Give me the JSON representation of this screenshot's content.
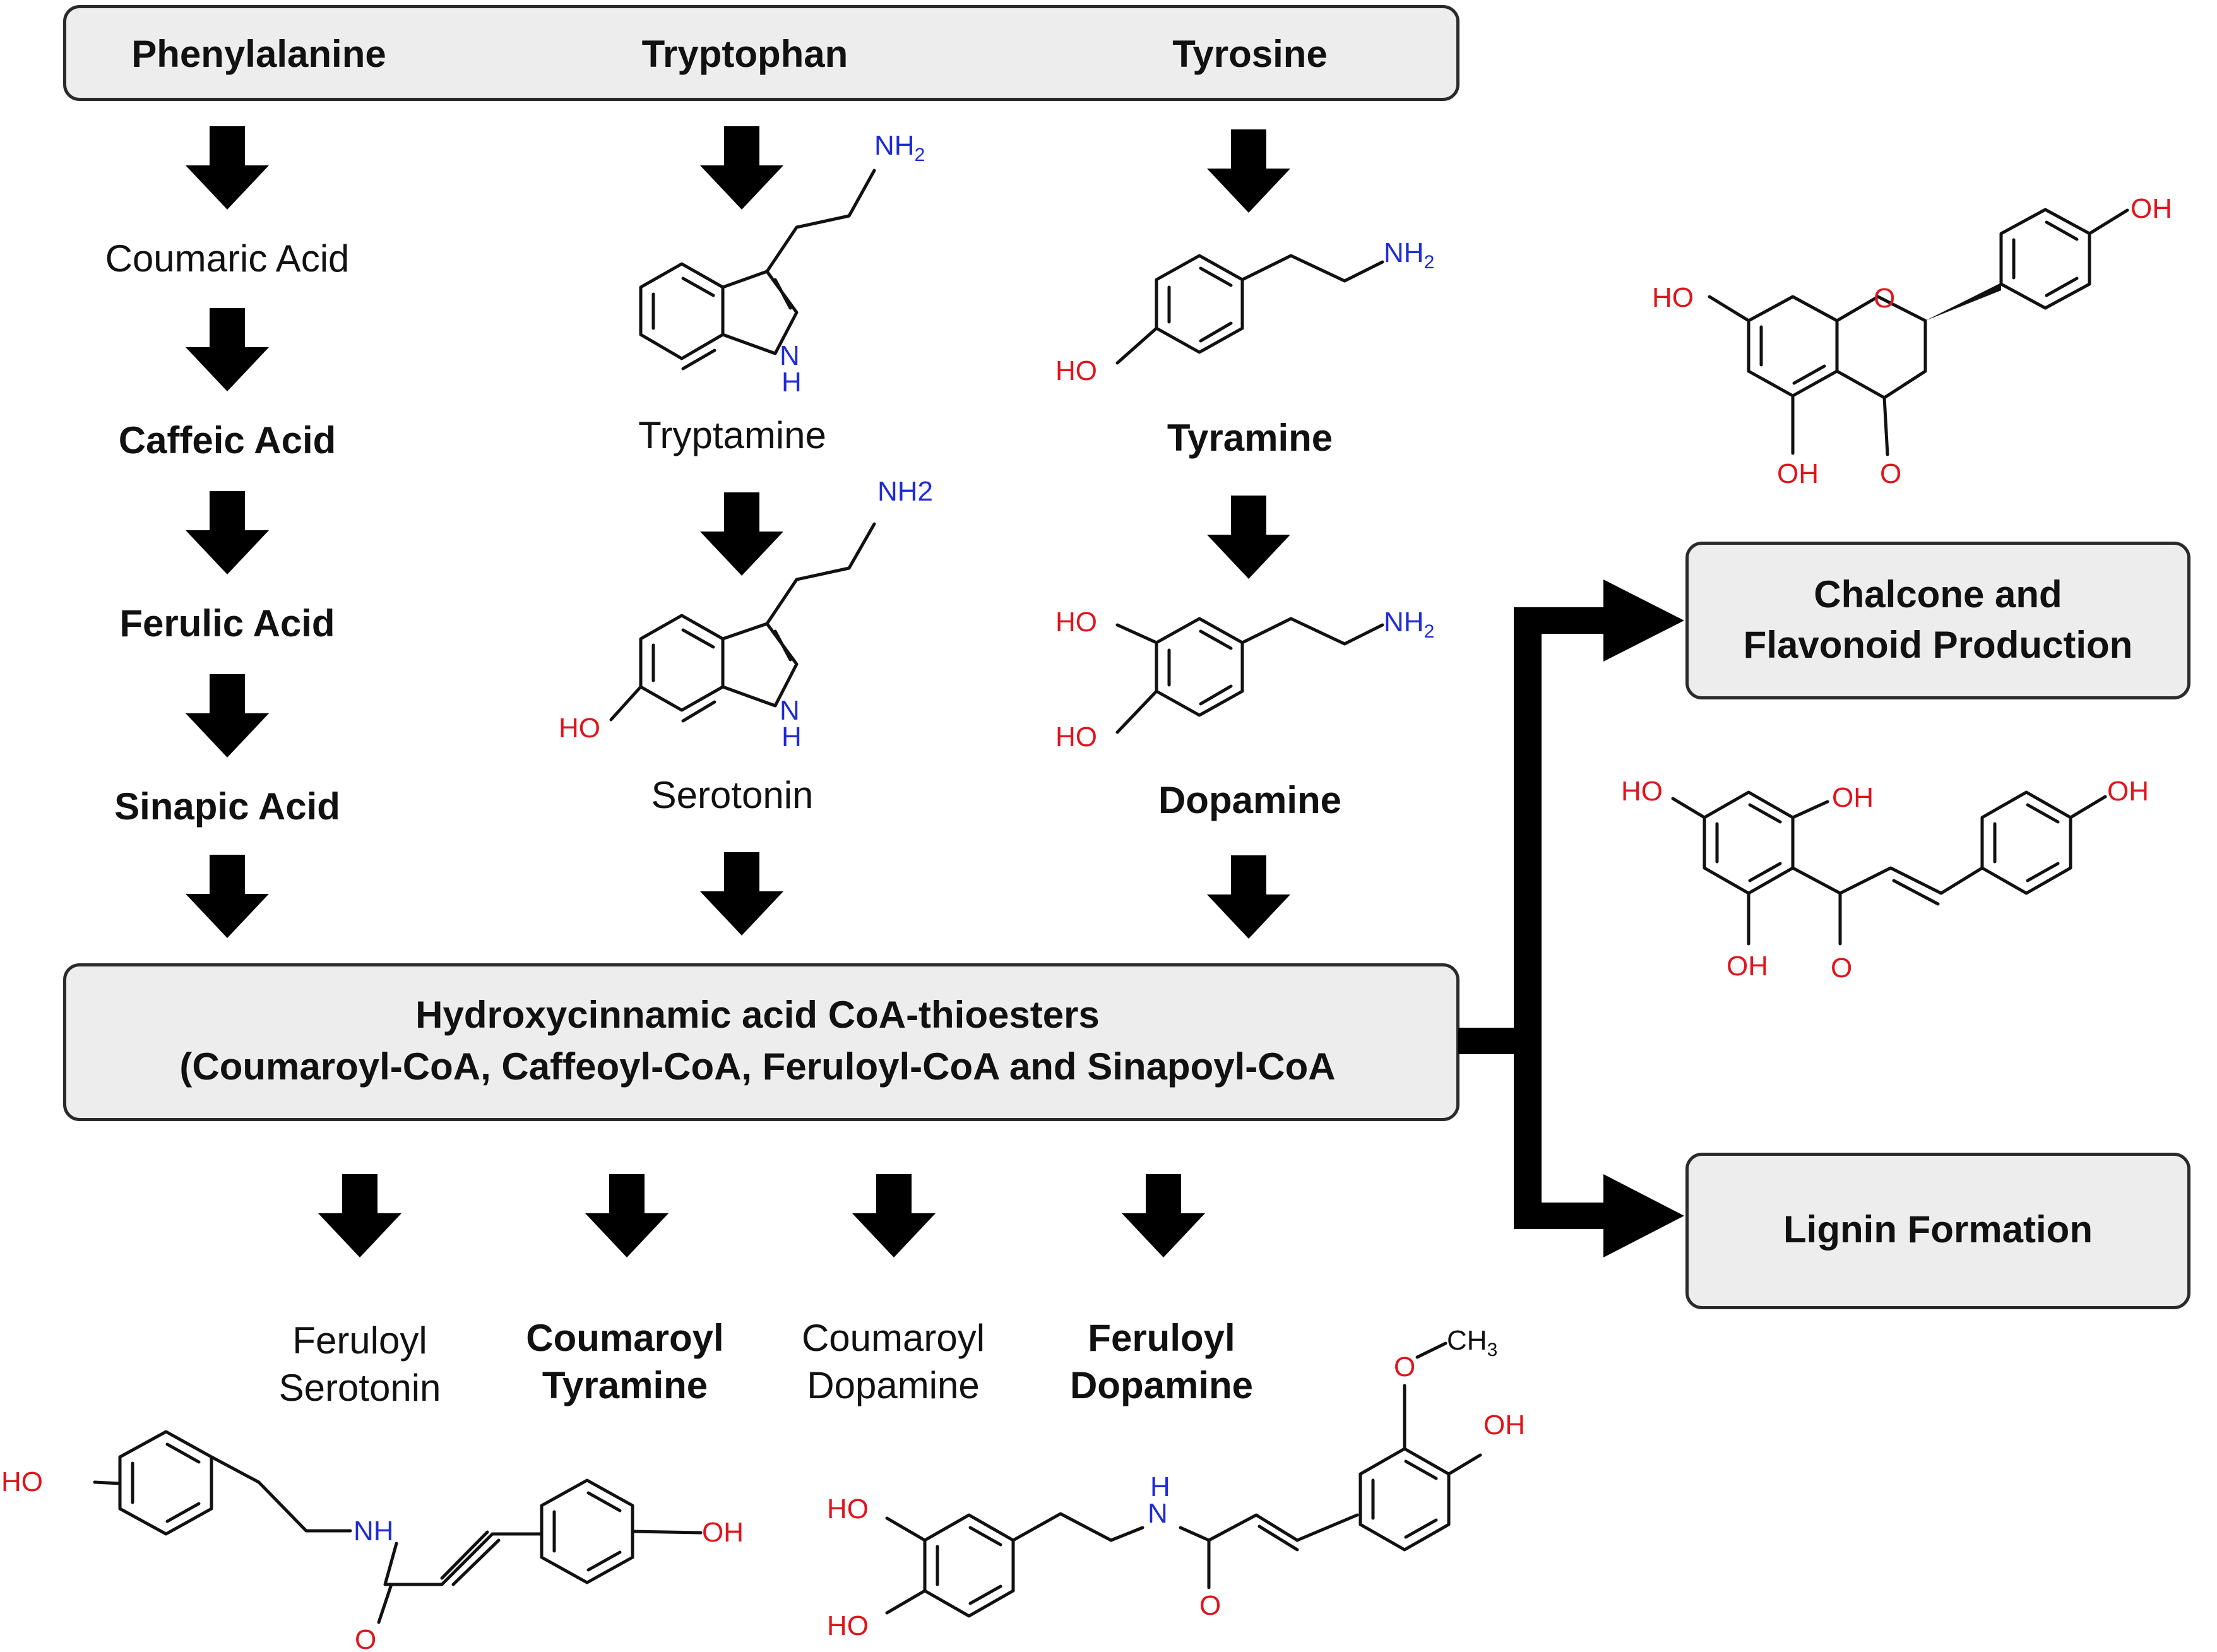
{
  "top_box": {
    "phenylalanine": "Phenylalanine",
    "tryptophan": "Tryptophan",
    "tyrosine": "Tyrosine"
  },
  "phenylalanine_column": {
    "coumaric": "Coumaric Acid",
    "caffeic": "Caffeic Acid",
    "ferulic": "Ferulic Acid",
    "sinapic": "Sinapic Acid"
  },
  "tryptophan_column": {
    "tryptamine": "Tryptamine",
    "serotonin": "Serotonin"
  },
  "tyrosine_column": {
    "tyramine": "Tyramine",
    "dopamine": "Dopamine"
  },
  "center_box": {
    "line1": "Hydroxycinnamic acid CoA-thioesters",
    "line2": "(Coumaroyl-CoA, Caffeoyl-CoA, Feruloyl-CoA and Sinapoyl-CoA"
  },
  "products": [
    {
      "line1": "Feruloyl",
      "line2": "Serotonin"
    },
    {
      "line1": "Coumaroyl",
      "line2": "Tyramine"
    },
    {
      "line1": "Coumaroyl",
      "line2": "Dopamine"
    },
    {
      "line1": "Feruloyl",
      "line2": "Dopamine"
    }
  ],
  "right_boxes": {
    "chalcone_line1": "Chalcone and",
    "chalcone_line2": "Flavonoid Production",
    "lignin": "Lignin Formation"
  },
  "atom_labels": {
    "NH2": "NH",
    "sub2": "2",
    "NH2_plain": "NH2",
    "H": "H",
    "N": "N",
    "NH": "NH",
    "HO": "HO",
    "OH": "OH",
    "O": "O",
    "CH3": "CH",
    "sub3": "3"
  },
  "colors": {
    "oxygen": "#e0141c",
    "nitrogen": "#1f2bd6",
    "box_fill": "#ededed",
    "arrow": "#000000"
  }
}
